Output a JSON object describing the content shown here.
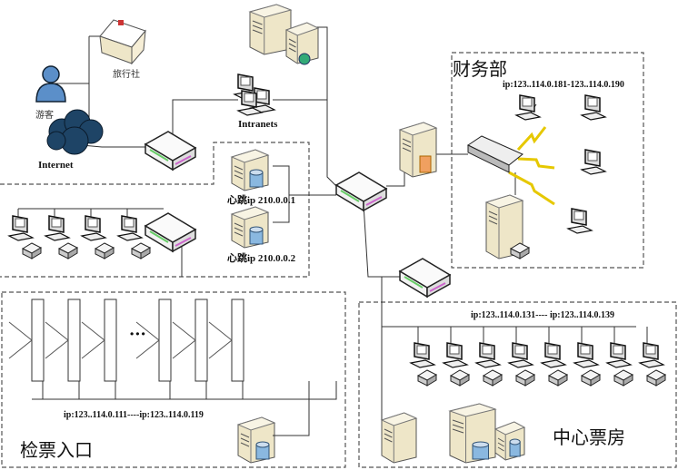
{
  "labels": {
    "travel_agency": "旅行社",
    "tourist": "游客",
    "internet": "Internet",
    "intranets": "Intranets",
    "heartbeat1": "心跳ip 210.0.0.1",
    "heartbeat2": "心跳ip 210.0.0.2",
    "finance_title": "财务部",
    "finance_ip": "ip:123..114.0.181-123..114.0.190",
    "center_ip": "ip:123..114.0.131---- ip:123..114.0.139",
    "gate_ip": "ip:123..114.0.111----ip:123..114.0.119",
    "gate_title": "检票入口",
    "center_title": "中心票房",
    "ellipsis": "···"
  },
  "colors": {
    "line": "#333333",
    "server": "#eee6c8",
    "switch": "#f2f2f2",
    "cloud": "#1e4466",
    "person": "#5b8fc9",
    "db": "#8ab8e0"
  }
}
